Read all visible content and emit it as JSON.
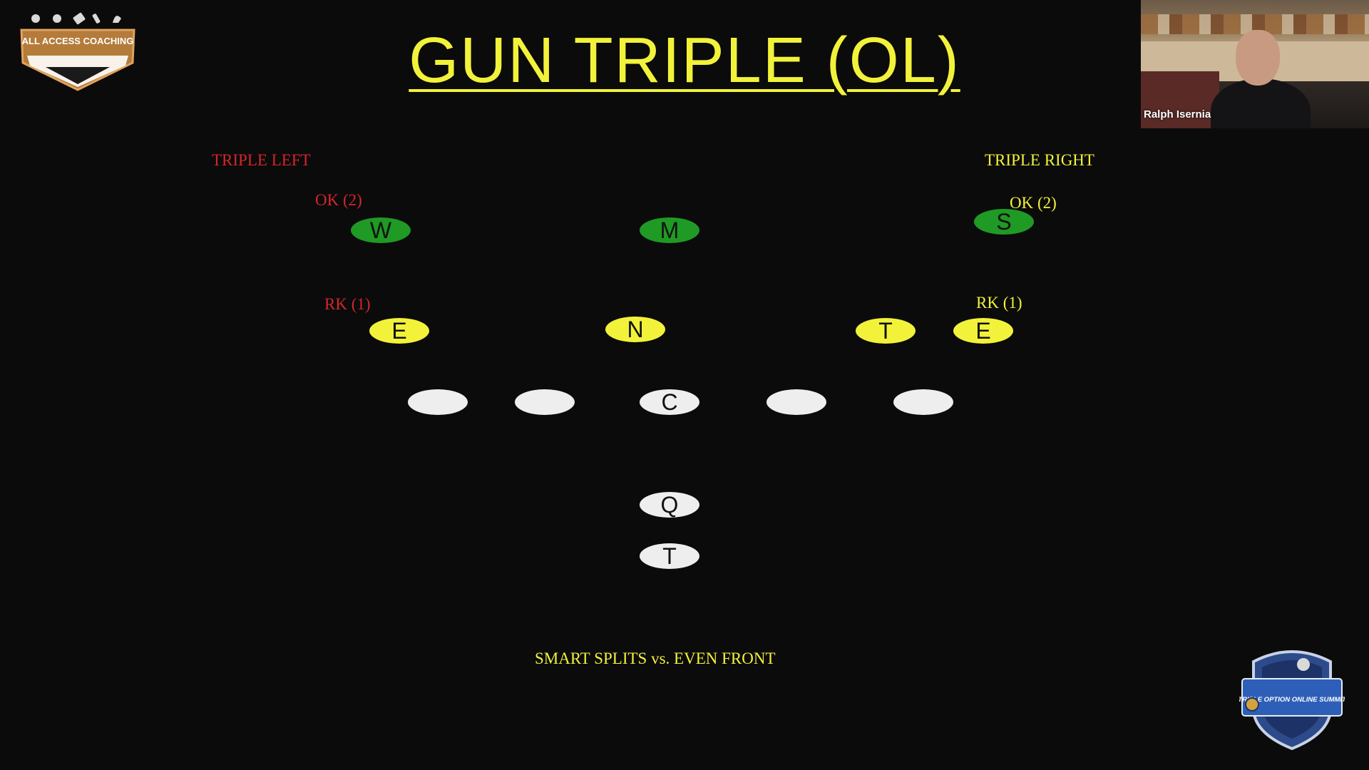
{
  "colors": {
    "yellow": "#f2f23a",
    "red": "#d4262b",
    "green": "#1f9a24",
    "white": "#eeeeee"
  },
  "title": "GUN TRIPLE (OL)",
  "labels": {
    "triple_left": "TRIPLE LEFT",
    "triple_right": "TRIPLE RIGHT",
    "ok_left": "OK (2)",
    "ok_right": "OK (2)",
    "rk_left": "RK (1)",
    "rk_right": "RK (1)",
    "footer": "SMART SPLITS vs. EVEN FRONT"
  },
  "players": {
    "w": "W",
    "m": "M",
    "s": "S",
    "e_left": "E",
    "n": "N",
    "t_dl": "T",
    "e_right": "E",
    "lt": "",
    "lg": "",
    "c": "C",
    "rg": "",
    "rt": "",
    "q": "Q",
    "t_back": "T"
  },
  "webcam": {
    "name": "Ralph Isernia"
  },
  "logos": {
    "all_access": "ALL ACCESS COACHING",
    "triple_option": "TRIPLE OPTION ONLINE SUMMIT"
  }
}
